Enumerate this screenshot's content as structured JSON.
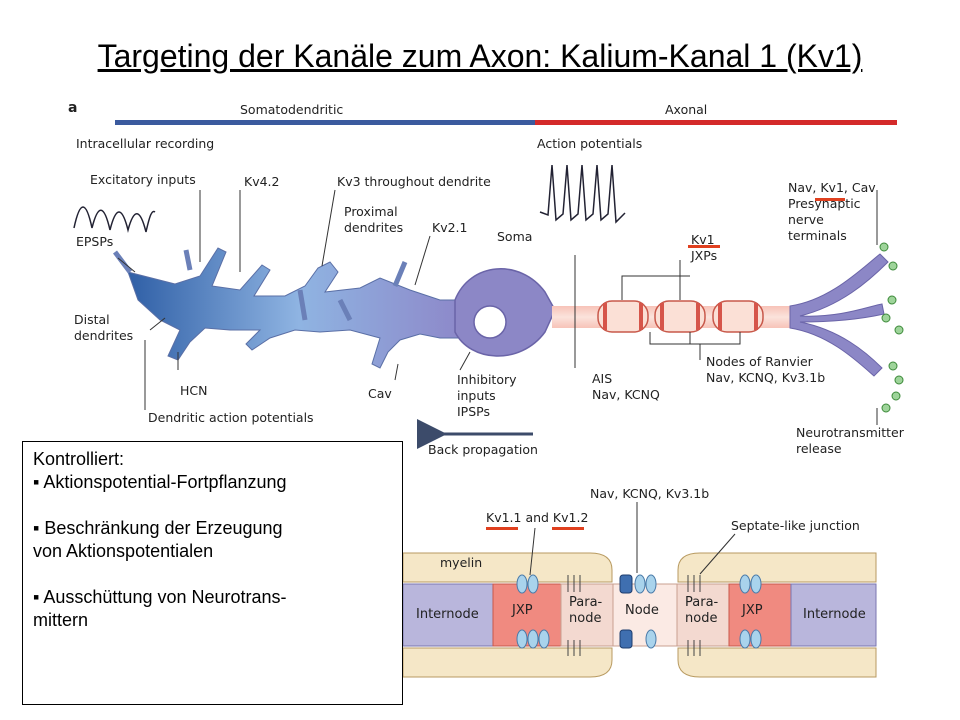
{
  "slide": {
    "title": "Targeting der Kanäle zum Axon: Kalium-Kanal 1 (Kv1)"
  },
  "panel_a": {
    "letter": "a",
    "bar_left": "Somatodendritic",
    "bar_right": "Axonal",
    "labels": {
      "intracellular": "Intracellular recording",
      "action_potentials": "Action potentials",
      "excitatory": "Excitatory inputs",
      "kv42": "Kv4.2",
      "kv3": "Kv3 throughout dendrite",
      "nav_kv1_cav": "Nav, Kv1, Cav",
      "presynaptic": "Presynaptic",
      "nerve": "nerve",
      "terminals": "terminals",
      "proximal": "Proximal",
      "dendrites": "dendrites",
      "kv21": "Kv2.1",
      "soma": "Soma",
      "epsps": "EPSPs",
      "kv1": "Kv1",
      "jxps": "JXPs",
      "distal": "Distal",
      "distal2": "dendrites",
      "hcn": "HCN",
      "cav": "Cav",
      "inhibitory": "Inhibitory",
      "inputs": "inputs",
      "ipsps": "IPSPs",
      "ais": "AIS",
      "nav_kcnq": "Nav, KCNQ",
      "nodes": "Nodes of Ranvier",
      "nodes_channels": "Nav, KCNQ, Kv3.1b",
      "dendritic_ap": "Dendritic action potentials",
      "neurotransmitter": "Neurotransmitter",
      "release": "release",
      "back_propagation": "Back propagation"
    }
  },
  "panel_b": {
    "nav_kcnq_kv31b": "Nav, KCNQ, Kv3.1b",
    "kv11_and_kv12": "Kv1.1 and Kv1.2",
    "septate": "Septate-like junction",
    "myelin": "myelin",
    "segments": {
      "internode_left": "Internode",
      "jxp_left": "JXP",
      "para_left_1": "Para-",
      "para_left_2": "node",
      "node": "Node",
      "para_right_1": "Para-",
      "para_right_2": "node",
      "jxp_right": "JXP",
      "internode_right": "Internode"
    }
  },
  "control_box": {
    "heading": "Kontrolliert:",
    "item1": "Aktionspotential-Fortpflanzung",
    "item2_line1": "Beschränkung der Erzeugung",
    "item2_line2": "von Aktionspotentialen",
    "item3_line1": "Ausschüttung von Neurotrans-",
    "item3_line2": "mittern"
  },
  "colors": {
    "somatodendritic_bar": "#3b5a9e",
    "axonal_bar": "#d42a2a",
    "neuron_fill": "#8c87c6",
    "dendrite_blue": "#4a82c2",
    "highlight_red": "#e0401f",
    "jxp_fill": "#f08a80",
    "paranode_fill": "#f3d9d0",
    "internode_fill": "#b9b6dc",
    "myelin_fill": "#f5e7c7"
  }
}
